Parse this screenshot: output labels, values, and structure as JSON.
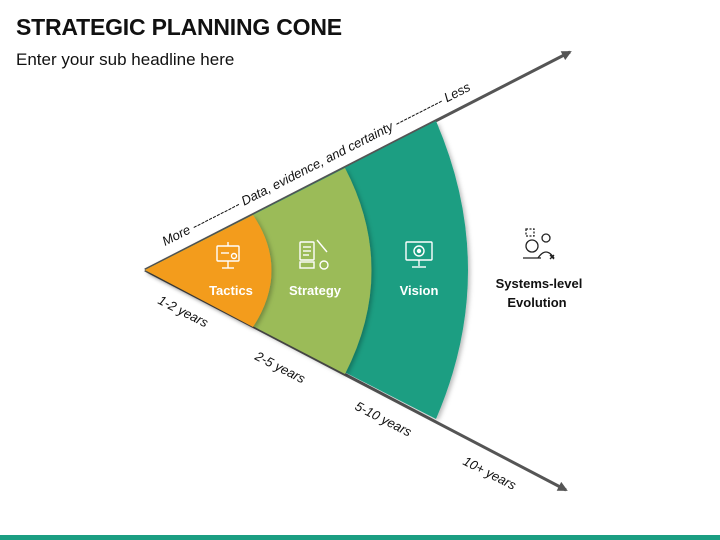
{
  "header": {
    "title": "STRATEGIC PLANNING CONE",
    "subtitle": "Enter your sub headline here"
  },
  "axis_top": {
    "label": "More ------------ Data, evidence, and certainty ------------ Less"
  },
  "time_labels": [
    "1-2 years",
    "2-5 years",
    "5-10 years",
    "10+ years"
  ],
  "bands": [
    {
      "label": "Tactics",
      "color": "#f39c1f",
      "icon": "presentation-board-icon"
    },
    {
      "label": "Strategy",
      "color": "#9bbb59",
      "icon": "document-checklist-icon"
    },
    {
      "label": "Vision",
      "color": "#1b9e82",
      "icon": "monitor-target-icon"
    }
  ],
  "outer": {
    "label_line1": "Systems-level",
    "label_line2": "Evolution",
    "icon": "person-thinking-icon"
  },
  "colors": {
    "axis": "#555555",
    "footer": "#1b9e82"
  }
}
